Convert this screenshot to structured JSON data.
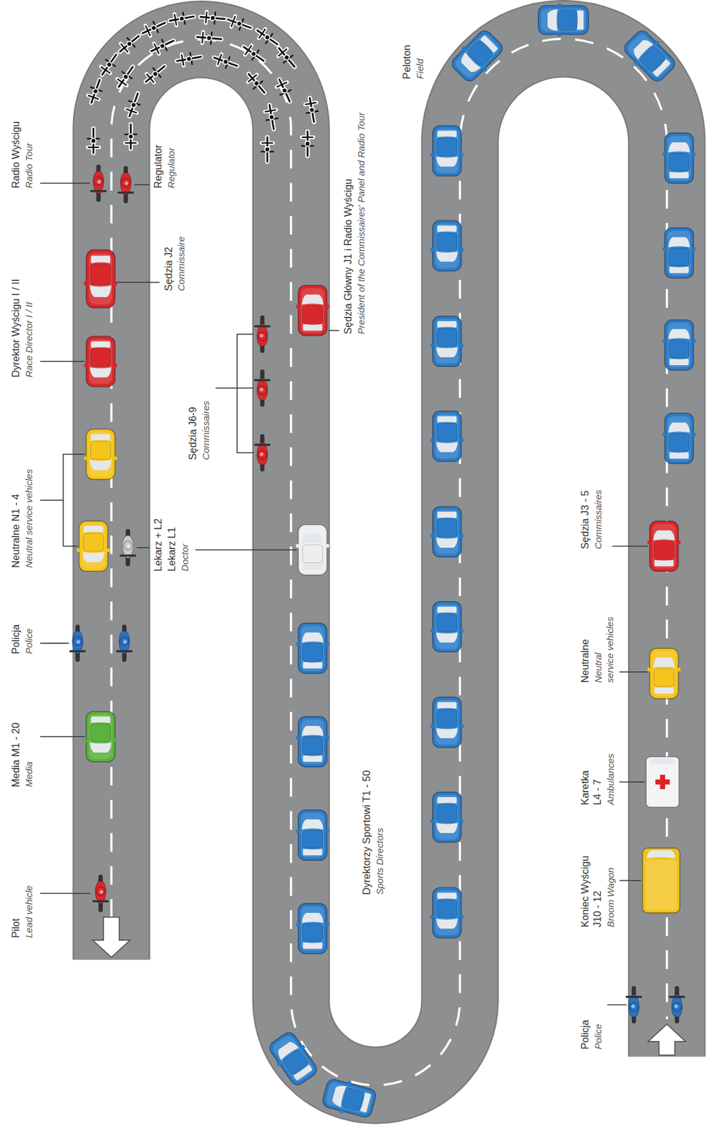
{
  "diagram": {
    "labels": [
      "Pilot",
      "Lead vehicle",
      "Media M1 - 20",
      "Media",
      "Policja",
      "Police",
      "Neutralne N1 - 4",
      "Neutral service vehicles",
      "Lekarz + L2",
      "Lekarz L1",
      "Doctor",
      "Dyrektor Wyścigu I / II",
      "Race Director I / II",
      "Sędzia J2",
      "Commissaire",
      "Radio Wyścigu",
      "Radio Tour",
      "Regulator",
      "Regulator",
      "Peloton",
      "Field",
      "Sędzia Główny J1 i Radio Wyścigu",
      "President of the Commissaires' Panel and Radio Tour",
      "Sędzia J6-9",
      "Commissaires",
      "Dyrektorzy Sportowi T1 - 50",
      "Sports Directors",
      "Sędzia J3 - 5",
      "Commissaires",
      "Neutralne",
      "Neutral service vehicles",
      "Karetka L4 - 7",
      "Ambulances",
      "Koniec Wyścigu J10 - 12",
      "Broom Wagon",
      "Policja",
      "Police"
    ]
  }
}
